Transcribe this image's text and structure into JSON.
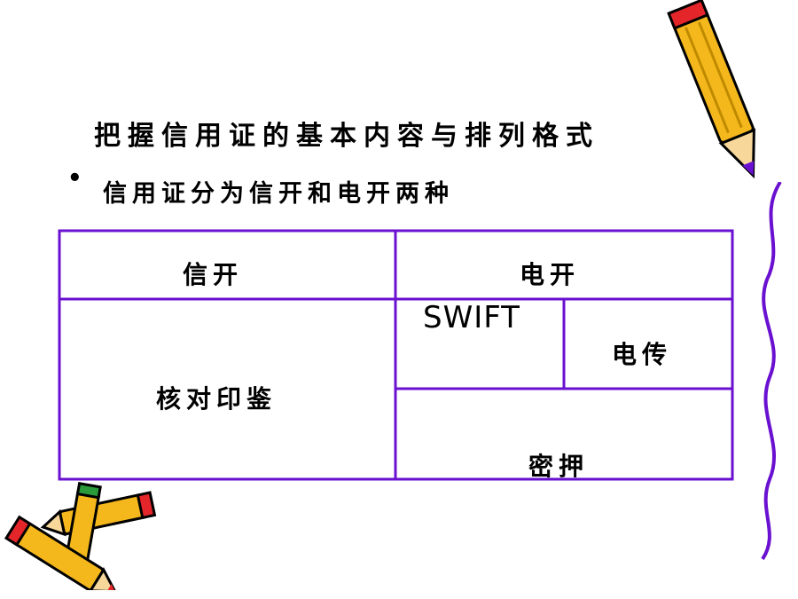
{
  "slide": {
    "title": "把握信用证的基本内容与排列格式",
    "bullet": "•",
    "subtitle": "信用证分为信开和电开两种"
  },
  "table": {
    "header_left": "信开",
    "header_right": "电开",
    "left_body": "核对印鉴",
    "swift": "SWIFT",
    "telegram": "电传",
    "secret_code": "密押"
  },
  "colors": {
    "border": "#6a10d0",
    "pencil_yellow": "#f5b81c",
    "pencil_red": "#e4262a",
    "pencil_green": "#2a9a3a",
    "pencil_purple": "#6a10d0"
  }
}
